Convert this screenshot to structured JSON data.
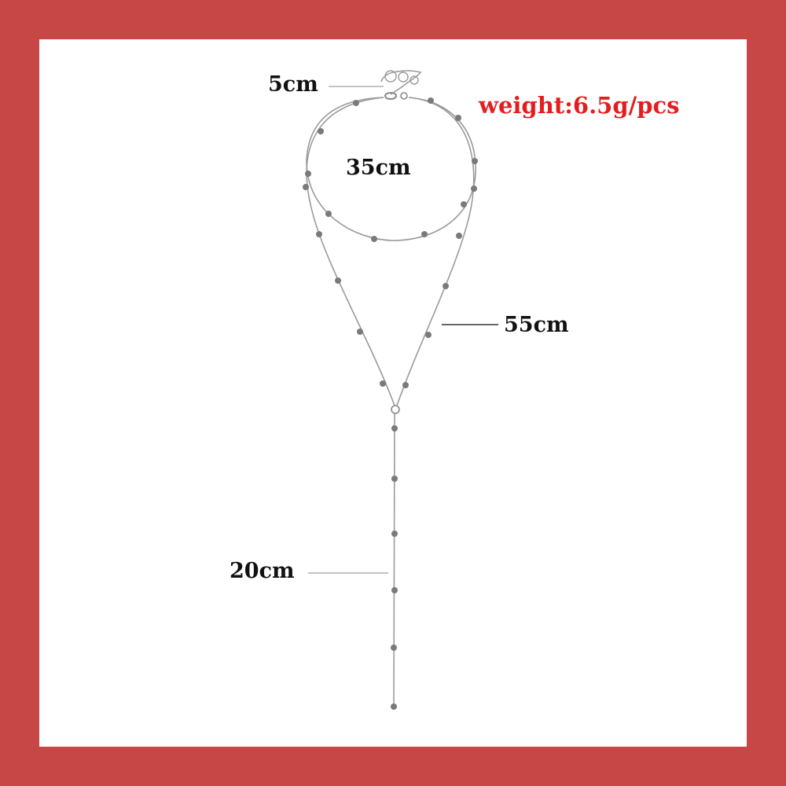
{
  "colors": {
    "border": "#c64746",
    "background": "#ffffff",
    "label_text": "#111111",
    "weight_text": "#e41e1e",
    "chain": "#9a9a9a",
    "bead": "#7a7a7a"
  },
  "labels": {
    "extender": "5cm",
    "inner_strand": "35cm",
    "outer_strand": "55cm",
    "drop": "20cm",
    "weight": "weight:6.5g/pcs"
  }
}
